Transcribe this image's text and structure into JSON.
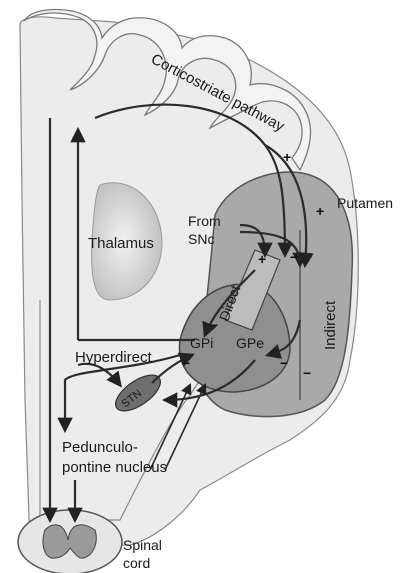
{
  "labels": {
    "corticostriate": "Corticostriate pathway",
    "putamen": "Putamen",
    "thalamus": "Thalamus",
    "from_snc_1": "From",
    "from_snc_2": "SNc",
    "direct": "Direct",
    "indirect": "Indirect",
    "gpi": "GPi",
    "gpe": "GPe",
    "hyperdirect": "Hyperdirect",
    "stn": "STN",
    "ppn_1": "Pedunculo-",
    "ppn_2": "pontine nucleus",
    "spinal_1": "Spinal",
    "spinal_2": "cord"
  },
  "signs": {
    "cortex_out": "+",
    "snc_direct": "+",
    "snc_indirect": "−",
    "striatum_plus": "+",
    "direct_minus": "−",
    "gpi_minus": "−",
    "gpe_minus": "−",
    "indirect_minus": "−"
  },
  "colors": {
    "background": "#ffffff",
    "brain_region": "#e9e9e9",
    "cortex": "#f0f0f0",
    "putamen": "#a9a9a9",
    "thalamus": "#cfcfcf",
    "pallidum": "#8f8f8f",
    "stn": "#6f6f6f",
    "lines": "#2b2b2b"
  }
}
